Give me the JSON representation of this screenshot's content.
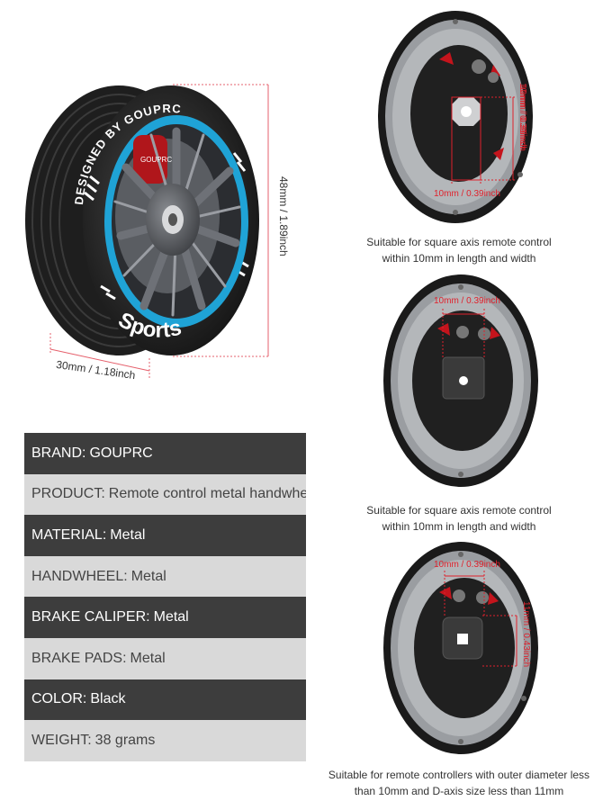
{
  "dimensions": {
    "height": "48mm / 1.89inch",
    "width": "30mm / 1.18inch"
  },
  "tire_text": {
    "top": "DESIGNED BY GOUPRC",
    "bottom": "Sports",
    "caliper": "GOUPRC"
  },
  "specs": [
    {
      "label": "BRAND:",
      "value": "GOUPRC"
    },
    {
      "label": "PRODUCT:",
      "value": "Remote control metal handwheel"
    },
    {
      "label": "MATERIAL:",
      "value": "Metal"
    },
    {
      "label": "HANDWHEEL:",
      "value": "Metal"
    },
    {
      "label": "BRAKE CALIPER:",
      "value": "Metal"
    },
    {
      "label": "BRAKE PADS:",
      "value": "Metal"
    },
    {
      "label": "COLOR:",
      "value": "Black"
    },
    {
      "label": "WEIGHT:",
      "value": "38 grams"
    }
  ],
  "diagrams": [
    {
      "measure_top": "10mm / 0.39inch",
      "measure_bottom": "10mm / 0.39inch",
      "measure_side": "10mm / 0.39inch",
      "caption_line1": "Suitable for square axis remote control",
      "caption_line2": "within 10mm in length and width"
    },
    {
      "measure_top": "10mm / 0.39inch",
      "caption_line1": "Suitable for square axis remote control",
      "caption_line2": "within 10mm in length and width"
    },
    {
      "measure_top": "10mm / 0.39inch",
      "measure_side": "11mm / 0.43inch",
      "caption_line1": "Suitable for remote controllers with outer diameter less",
      "caption_line2": "than 10mm and D-axis size less than 11mm"
    }
  ],
  "colors": {
    "rim_accent": "#1fa3d6",
    "tire": "#2b2b2b",
    "caliper": "#b0161b",
    "measure": "#e0212c",
    "table_dark": "#3d3d3d",
    "table_light": "#d9d9d9"
  }
}
